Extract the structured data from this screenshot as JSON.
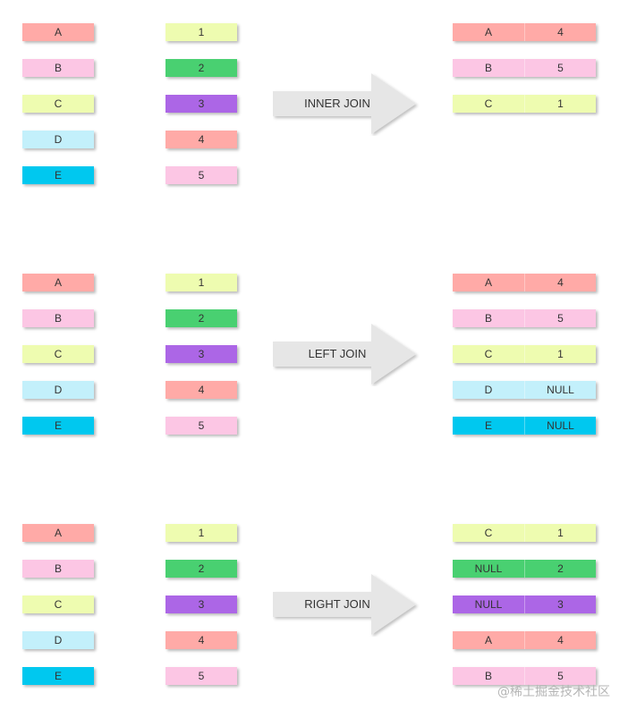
{
  "colors": {
    "salmon": "#ffaaa7",
    "pink": "#fcc6e4",
    "lime": "#eefcb0",
    "sky": "#c3f0fb",
    "cyan": "#00c8ef",
    "green": "#49d071",
    "purple": "#ac66e6",
    "arrow_fill": "#e6e6e6"
  },
  "left_table": [
    {
      "label": "A",
      "color": "salmon"
    },
    {
      "label": "B",
      "color": "pink"
    },
    {
      "label": "C",
      "color": "lime"
    },
    {
      "label": "D",
      "color": "sky"
    },
    {
      "label": "E",
      "color": "cyan"
    }
  ],
  "right_table": [
    {
      "label": "1",
      "color": "lime"
    },
    {
      "label": "2",
      "color": "green"
    },
    {
      "label": "3",
      "color": "purple"
    },
    {
      "label": "4",
      "color": "salmon"
    },
    {
      "label": "5",
      "color": "pink"
    }
  ],
  "sections": [
    {
      "id": "inner",
      "join_label": "INNER JOIN",
      "results": [
        {
          "left": "A",
          "right": "4",
          "left_color": "salmon",
          "right_color": "salmon"
        },
        {
          "left": "B",
          "right": "5",
          "left_color": "pink",
          "right_color": "pink"
        },
        {
          "left": "C",
          "right": "1",
          "left_color": "lime",
          "right_color": "lime"
        }
      ]
    },
    {
      "id": "left",
      "join_label": "LEFT JOIN",
      "results": [
        {
          "left": "A",
          "right": "4",
          "left_color": "salmon",
          "right_color": "salmon"
        },
        {
          "left": "B",
          "right": "5",
          "left_color": "pink",
          "right_color": "pink"
        },
        {
          "left": "C",
          "right": "1",
          "left_color": "lime",
          "right_color": "lime"
        },
        {
          "left": "D",
          "right": "NULL",
          "left_color": "sky",
          "right_color": "sky"
        },
        {
          "left": "E",
          "right": "NULL",
          "left_color": "cyan",
          "right_color": "cyan"
        }
      ]
    },
    {
      "id": "right",
      "join_label": "RIGHT JOIN",
      "results": [
        {
          "left": "C",
          "right": "1",
          "left_color": "lime",
          "right_color": "lime"
        },
        {
          "left": "NULL",
          "right": "2",
          "left_color": "green",
          "right_color": "green"
        },
        {
          "left": "NULL",
          "right": "3",
          "left_color": "purple",
          "right_color": "purple"
        },
        {
          "left": "A",
          "right": "4",
          "left_color": "salmon",
          "right_color": "salmon"
        },
        {
          "left": "B",
          "right": "5",
          "left_color": "pink",
          "right_color": "pink"
        }
      ]
    }
  ],
  "watermark": "@稀土掘金技术社区"
}
